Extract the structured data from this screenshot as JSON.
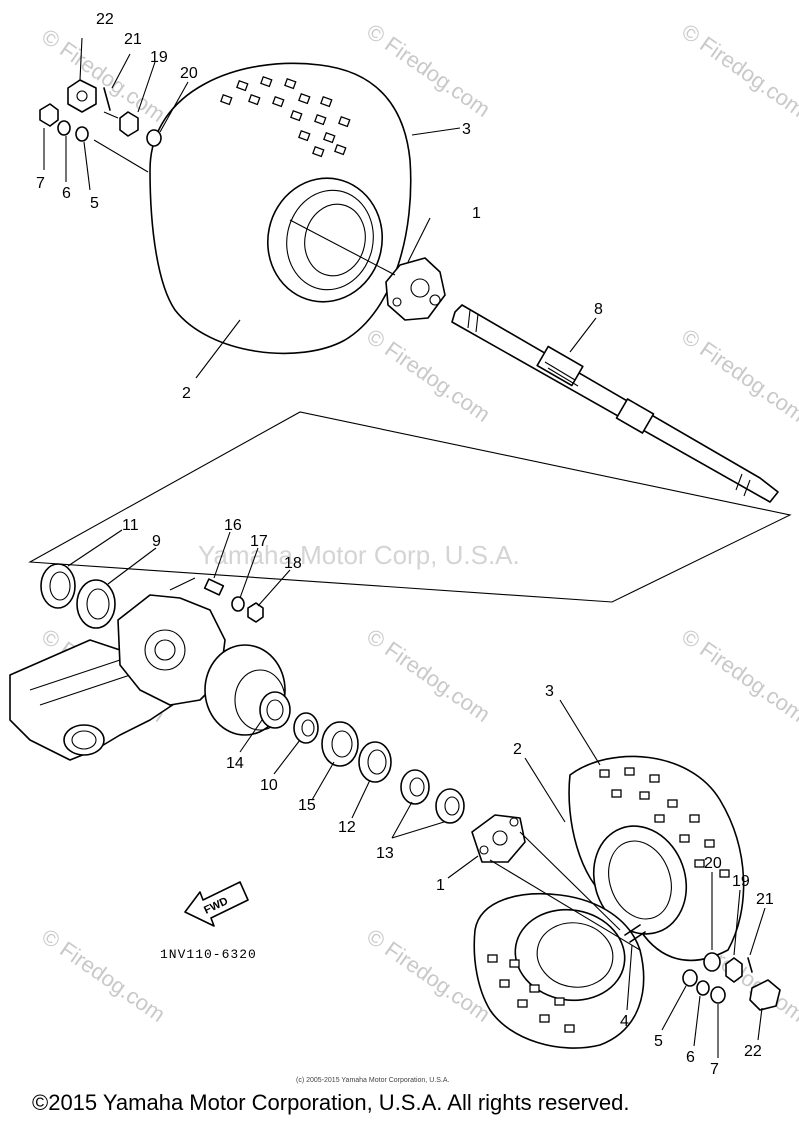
{
  "callouts": {
    "upper": {
      "c22": "22",
      "c21": "21",
      "c19": "19",
      "c20": "20",
      "c7": "7",
      "c6": "6",
      "c5": "5",
      "c3": "3",
      "c1": "1",
      "c8": "8",
      "c2": "2"
    },
    "middle": {
      "c11": "11",
      "c9": "9",
      "c16": "16",
      "c17": "17",
      "c18": "18",
      "c14": "14",
      "c10": "10",
      "c15": "15",
      "c12": "12",
      "c13": "13"
    },
    "lower": {
      "c3": "3",
      "c2": "2",
      "c1": "1",
      "c20": "20",
      "c19": "19",
      "c21": "21",
      "c4": "4",
      "c5": "5",
      "c6": "6",
      "c7": "7",
      "c22": "22"
    }
  },
  "fwd_label": "FWD",
  "diagram_code": "1NV110-6320",
  "watermarks": {
    "firedog": "© Firedog.com",
    "yamaha": "Yamaha Motor Corp, U.S.A."
  },
  "small_copyright": "(c) 2005-2015 Yamaha Motor Corporation, U.S.A.",
  "copyright": "©2015 Yamaha Motor Corporation, U.S.A. All rights reserved."
}
